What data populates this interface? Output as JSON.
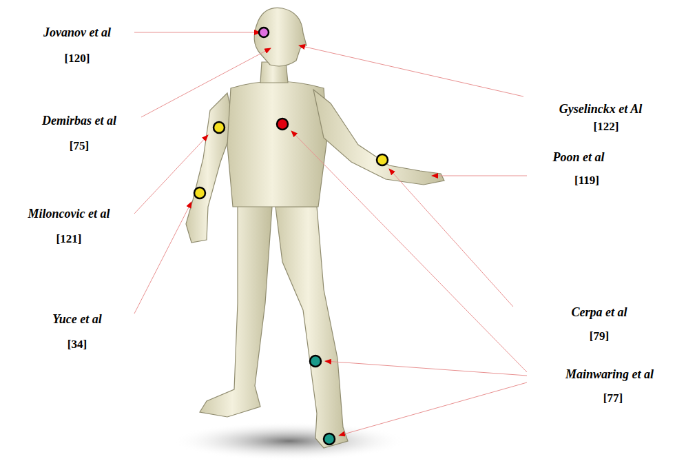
{
  "diagram": {
    "labels": [
      "Jovanov et al",
      "[120]",
      "Gyselinckx et Al",
      "[122]",
      "Demirbas et al",
      "[75]",
      "Poon et al",
      "[119]",
      "Miloncovic et al",
      "[121]",
      "Yuce et al",
      "[34]",
      "Cerpa et al",
      "[79]",
      "Mainwaring et al",
      "[77]"
    ]
  }
}
